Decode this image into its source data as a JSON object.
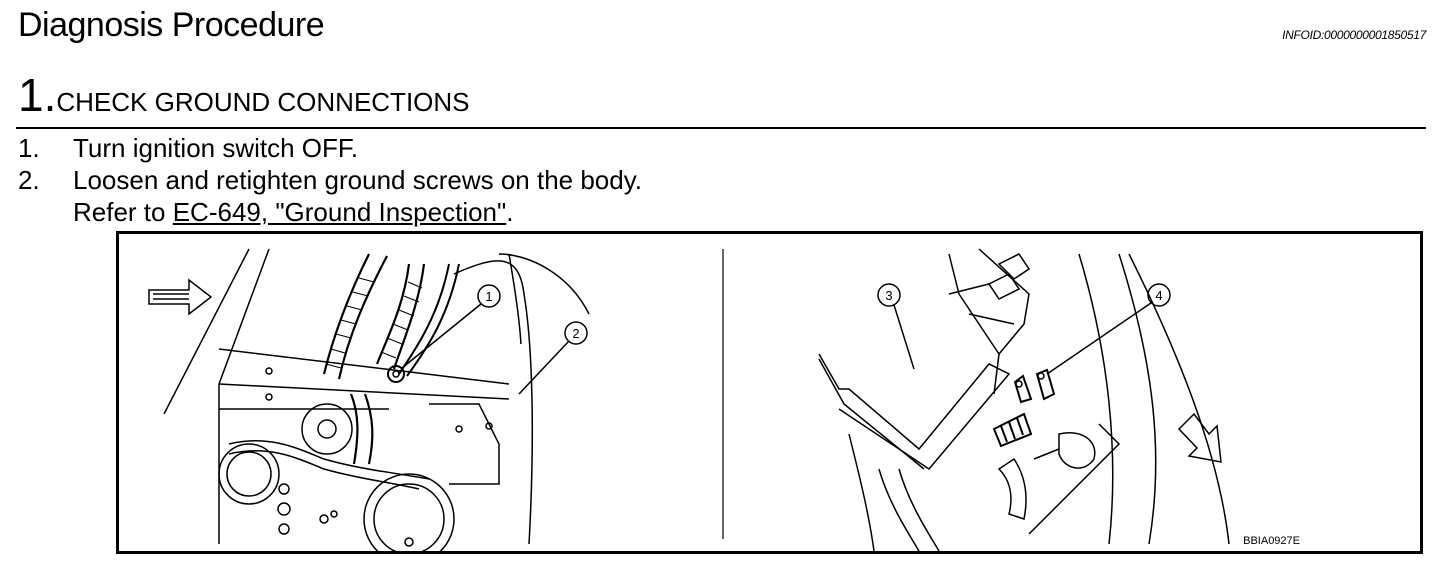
{
  "header": {
    "title": "Diagnosis Procedure",
    "infoid": "INFOID:0000000001850517"
  },
  "step": {
    "number": "1.",
    "title": "CHECK GROUND CONNECTIONS"
  },
  "instructions": {
    "item1": {
      "num": "1.",
      "text": "Turn ignition switch OFF."
    },
    "item2": {
      "num": "2.",
      "text": "Loosen and retighten ground screws on the body."
    },
    "refer_prefix": "Refer to ",
    "refer_link": "EC-649, \"Ground Inspection\"",
    "refer_suffix": "."
  },
  "figure": {
    "callouts": [
      "1",
      "2",
      "3",
      "4"
    ],
    "code": "BBIA0927E"
  }
}
